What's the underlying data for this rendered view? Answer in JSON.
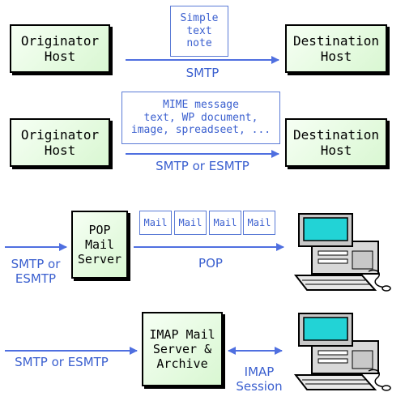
{
  "row1": {
    "originator": "Originator\nHost",
    "destination": "Destination\nHost",
    "note": "Simple\ntext\nnote",
    "protocol": "SMTP"
  },
  "row2": {
    "originator": "Originator\nHost",
    "destination": "Destination\nHost",
    "note": "MIME message\ntext, WP document,\nimage, spreadseet, ...",
    "protocol": "SMTP or ESMTP"
  },
  "row3": {
    "incoming": "SMTP or\nESMTP",
    "server": "POP\nMail\nServer",
    "mail_items": [
      "Mail",
      "Mail",
      "Mail",
      "Mail"
    ],
    "protocol": "POP"
  },
  "row4": {
    "incoming": "SMTP or ESMTP",
    "server": "IMAP Mail\nServer &\nArchive",
    "protocol": "IMAP\nSession"
  },
  "colors": {
    "arrow": "#4f6fe0",
    "text": "#3a5fcf",
    "box_fill": "#dff7d8"
  }
}
